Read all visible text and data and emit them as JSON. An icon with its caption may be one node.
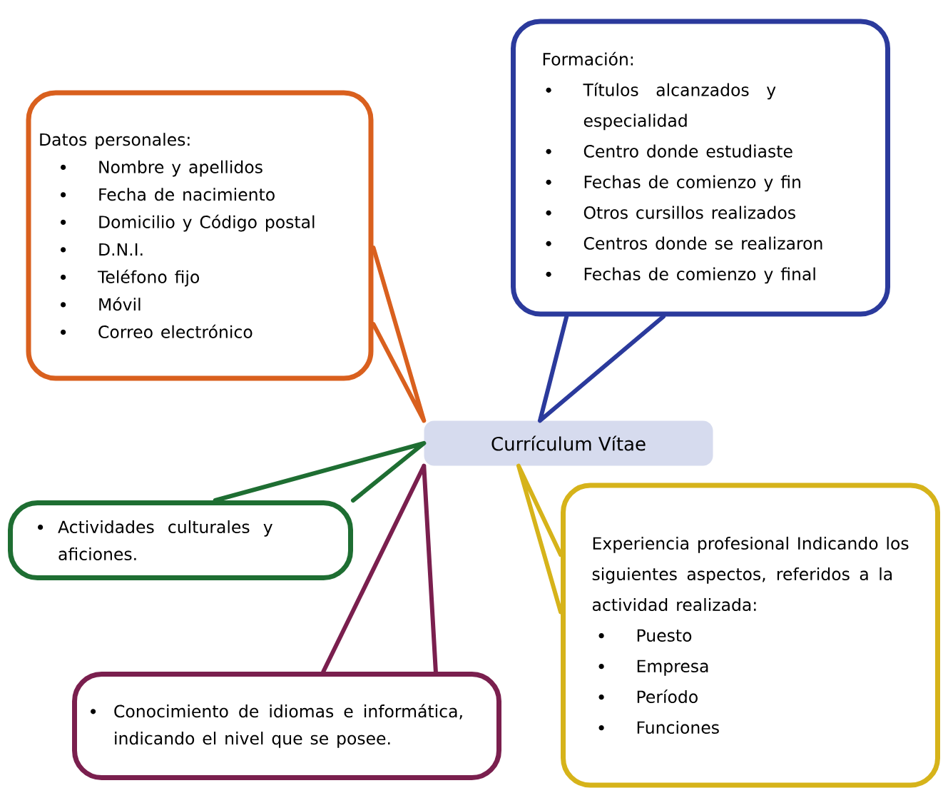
{
  "diagram": {
    "nodes": [
      {
        "text": [
          "Datos personales:",
          "Nombre y apellidos",
          "Fecha de nacimiento",
          "Domicilio y Código postal",
          "D.N.I.",
          "Teléfono fijo",
          "Móvil",
          "Correo electrónico"
        ]
      },
      {
        "text": [
          "Formación:",
          "Títulos alcanzados y especialidad",
          "Centro donde estudiaste",
          "Fechas de comienzo y fin",
          "Otros cursillos realizados",
          "Centros donde se realizaron",
          "Fechas de comienzo y final"
        ]
      },
      {
        "text": [
          "Currículum Vítae"
        ]
      },
      {
        "text": [
          "Actividades culturales y aficiones."
        ]
      },
      {
        "text": [
          "Experiencia profesional Indicando los siguientes aspectos, referidos a la actividad realizada:",
          "Puesto",
          "Empresa",
          "Período",
          "Funciones"
        ]
      },
      {
        "text": [
          "Conocimiento de idiomas e informática, indicando el nivel que se posee."
        ]
      }
    ],
    "edges": [
      {
        "from": 0,
        "to": 2,
        "arrow": "none",
        "color": "#d9601e"
      },
      {
        "from": 1,
        "to": 2,
        "arrow": "none",
        "color": "#2b3a9c"
      },
      {
        "from": 3,
        "to": 2,
        "arrow": "none",
        "color": "#1e6e32"
      },
      {
        "from": 4,
        "to": 2,
        "arrow": "none",
        "color": "#d6b31a"
      },
      {
        "from": 5,
        "to": 2,
        "arrow": "none",
        "color": "#7a1f4e"
      }
    ]
  }
}
